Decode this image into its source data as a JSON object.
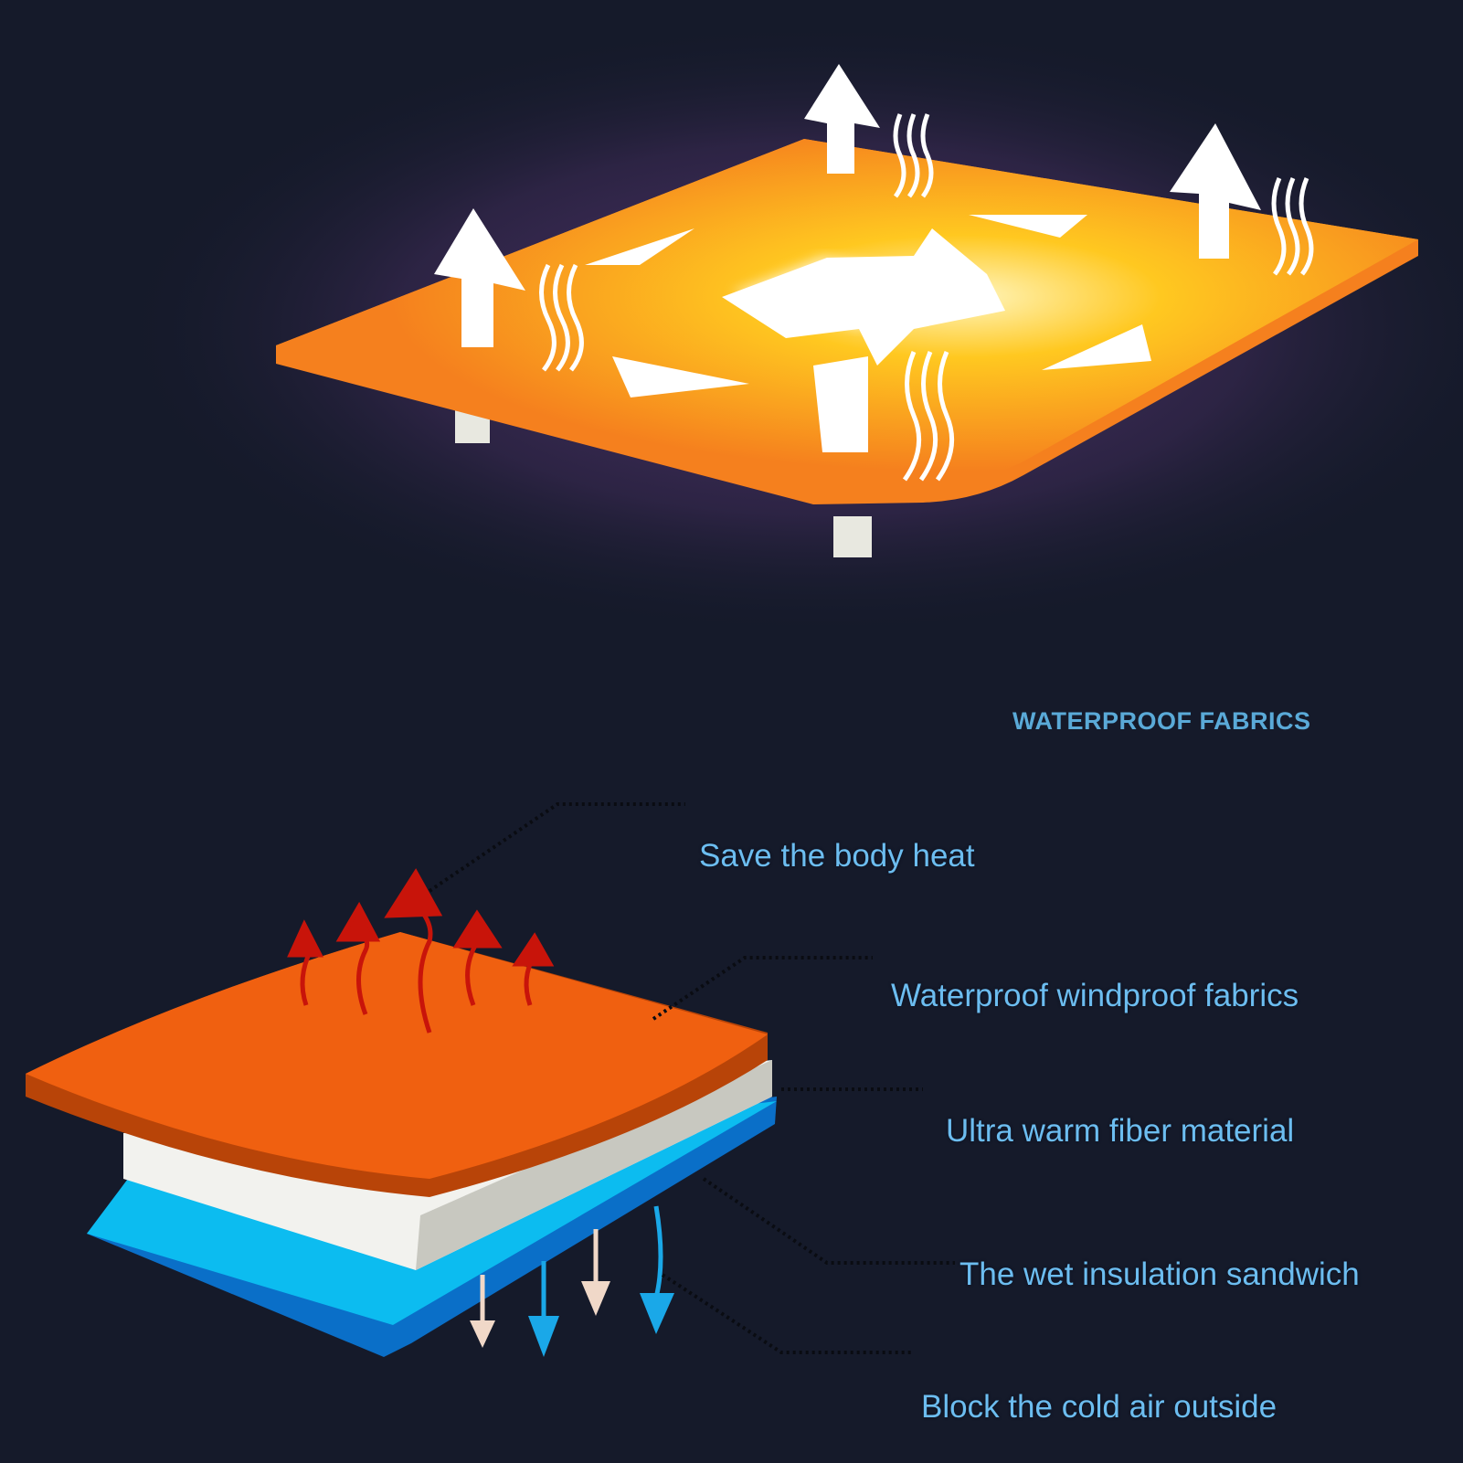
{
  "heading": "WATERPROOF FABRICS",
  "labels": [
    "Save the body heat",
    "Waterproof windproof fabrics",
    "Ultra warm fiber material",
    "The wet insulation sandwich",
    "Block the cold air outside"
  ],
  "colors": {
    "background": "#151a2a",
    "glow": "#4a3060",
    "orange": "#f06010",
    "label": "#6cbdf0",
    "blue": "#0aa8e8"
  }
}
